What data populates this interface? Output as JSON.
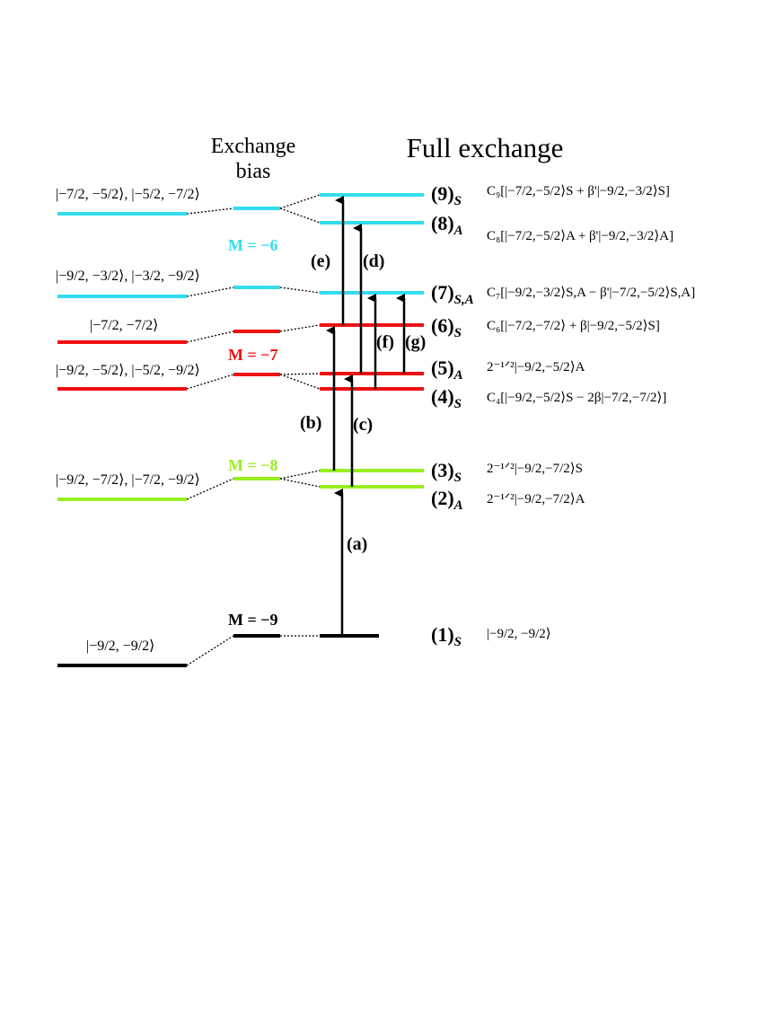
{
  "headers": {
    "exchange_bias_line1": "Exchange",
    "exchange_bias_line2": "bias",
    "full_exchange": "Full exchange"
  },
  "colors": {
    "M_-6": "#33ddee",
    "M_-7": "#ee1111",
    "M_-8": "#99ee22",
    "M_-9": "#000000",
    "arrow": "#000000"
  },
  "manifolds": [
    {
      "label": "M = −6",
      "color": "#33ddee"
    },
    {
      "label": "M = −7",
      "color": "#ee1111"
    },
    {
      "label": "M = −8",
      "color": "#99ee22"
    },
    {
      "label": "M = −9",
      "color": "#000000"
    }
  ],
  "uncoupled_states": [
    {
      "label": "|−7/2, −5/2⟩, |−5/2, −7/2⟩"
    },
    {
      "label": "|−9/2, −3/2⟩, |−3/2, −9/2⟩"
    },
    {
      "label": "|−7/2, −7/2⟩"
    },
    {
      "label": "|−9/2, −5/2⟩, |−5/2, −9/2⟩"
    },
    {
      "label": "|−9/2, −7/2⟩, |−7/2, −9/2⟩"
    },
    {
      "label": "|−9/2, −9/2⟩"
    }
  ],
  "levels": [
    {
      "num": "(9)",
      "sym": "S",
      "state": "C₉[|−7/2,−5/2⟩S + β'|−9/2,−3/2⟩S]"
    },
    {
      "num": "(8)",
      "sym": "A",
      "state": "C₈[|−7/2,−5/2⟩A + β'|−9/2,−3/2⟩A]"
    },
    {
      "num": "(7)",
      "sym": "S,A",
      "state": "C₇[|−9/2,−3/2⟩S,A − β'|−7/2,−5/2⟩S,A]"
    },
    {
      "num": "(6)",
      "sym": "S",
      "state": "C₆[|−7/2,−7/2⟩ + β|−9/2,−5/2⟩S]"
    },
    {
      "num": "(5)",
      "sym": "A",
      "state": "2⁻¹ᐟ²|−9/2,−5/2⟩A"
    },
    {
      "num": "(4)",
      "sym": "S",
      "state": "C₄[|−9/2,−5/2⟩S − 2β|−7/2,−7/2⟩]"
    },
    {
      "num": "(3)",
      "sym": "S",
      "state": "2⁻¹ᐟ²|−9/2,−7/2⟩S"
    },
    {
      "num": "(2)",
      "sym": "A",
      "state": "2⁻¹ᐟ²|−9/2,−7/2⟩A"
    },
    {
      "num": "(1)",
      "sym": "S",
      "state": "|−9/2, −9/2⟩"
    }
  ],
  "transitions": [
    {
      "label": "(a)"
    },
    {
      "label": "(b)"
    },
    {
      "label": "(c)"
    },
    {
      "label": "(d)"
    },
    {
      "label": "(e)"
    },
    {
      "label": "(f)"
    },
    {
      "label": "(g)"
    }
  ]
}
